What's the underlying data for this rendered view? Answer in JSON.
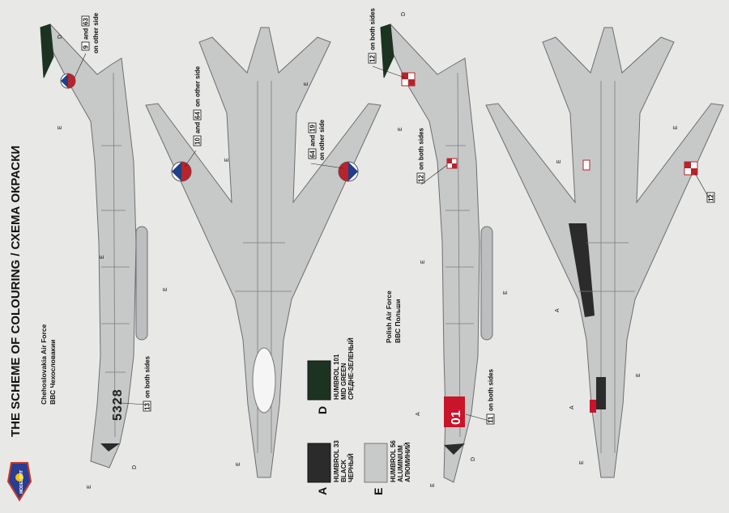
{
  "title": "THE SCHEME OF COLOURING / СХЕМА ОКРАСКИ",
  "brand": "MODELSVIT",
  "sections": {
    "czech": {
      "name_en": "Chehoslovakia Air Force",
      "name_ru": "ВВС Чехословакии",
      "serial": "5328"
    },
    "polish": {
      "name_en": "Polish Air Force",
      "name_ru": "ВВС Польши",
      "serial": "01"
    }
  },
  "callouts": {
    "c9_63": {
      "num1": "9",
      "and": "and",
      "num2": "63",
      "note": "on other side"
    },
    "c10_64": {
      "num1": "10",
      "and": "and",
      "num2": "64",
      "note": "on other side"
    },
    "c64_19": {
      "num1": "64",
      "and": "and",
      "num2": "19",
      "note": "on other side"
    },
    "c13": {
      "num": "13",
      "note": "on both sides"
    },
    "c12_top": {
      "num": "12",
      "note": "on both sides"
    },
    "c12_mid": {
      "num": "12",
      "note": "on both sides"
    },
    "c11": {
      "num": "11",
      "note": "on both sides"
    },
    "c12_wing": {
      "num": "12"
    }
  },
  "paint_letters": {
    "A": "A",
    "D": "D",
    "E": "E"
  },
  "legend": [
    {
      "key": "A",
      "color": "#2b2b2b",
      "line1": "HUMBROL 33",
      "line2": "BLACK",
      "line3": "ЧЕРНЫЙ"
    },
    {
      "key": "E",
      "color": "#c8c9c9",
      "line1": "HUMBROL 56",
      "line2": "ALUMINIUM",
      "line3": "АЛЮМИНИЙ"
    },
    {
      "key": "D",
      "color": "#1d3322",
      "line1": "HUMBROL 101",
      "line2": "MID GREEN",
      "line3": "СРЕДНЕ-ЗЕЛЕНЫЙ"
    }
  ]
}
